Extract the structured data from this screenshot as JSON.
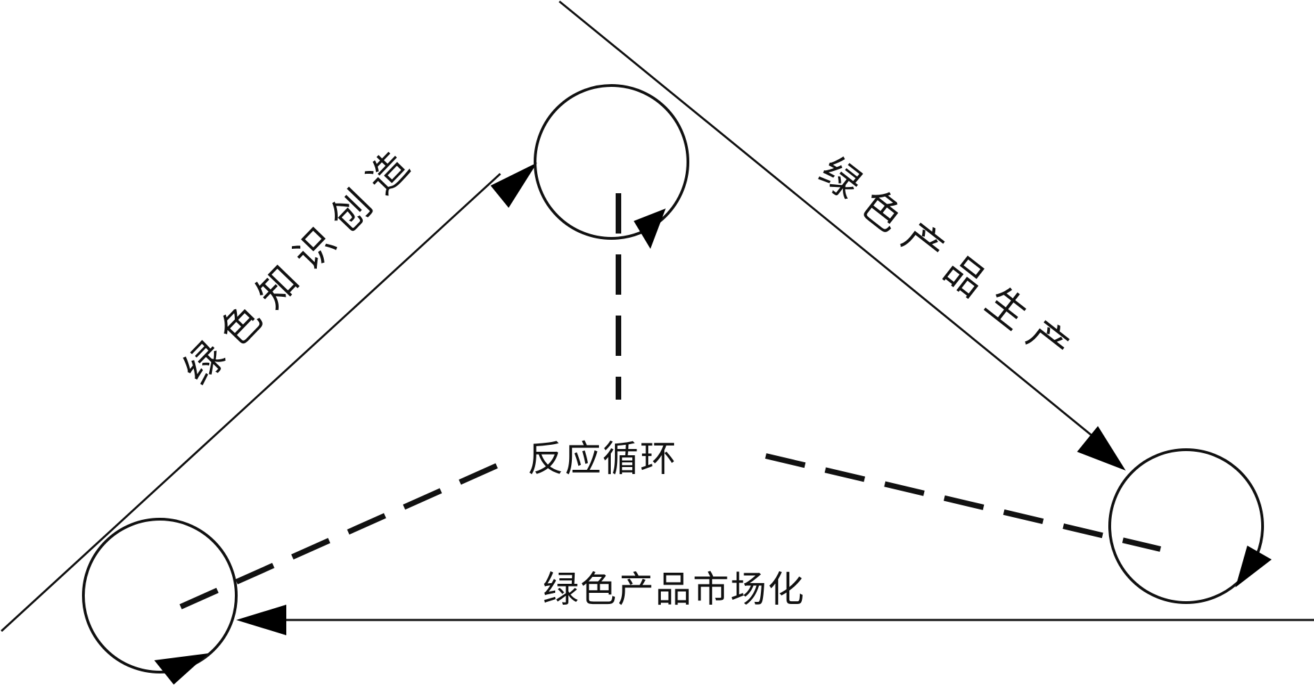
{
  "diagram": {
    "edges": {
      "left": "绿色知识创造",
      "right": "绿色产品生产",
      "bottom": "绿色产品市场化"
    },
    "center_label": "反应循环"
  }
}
